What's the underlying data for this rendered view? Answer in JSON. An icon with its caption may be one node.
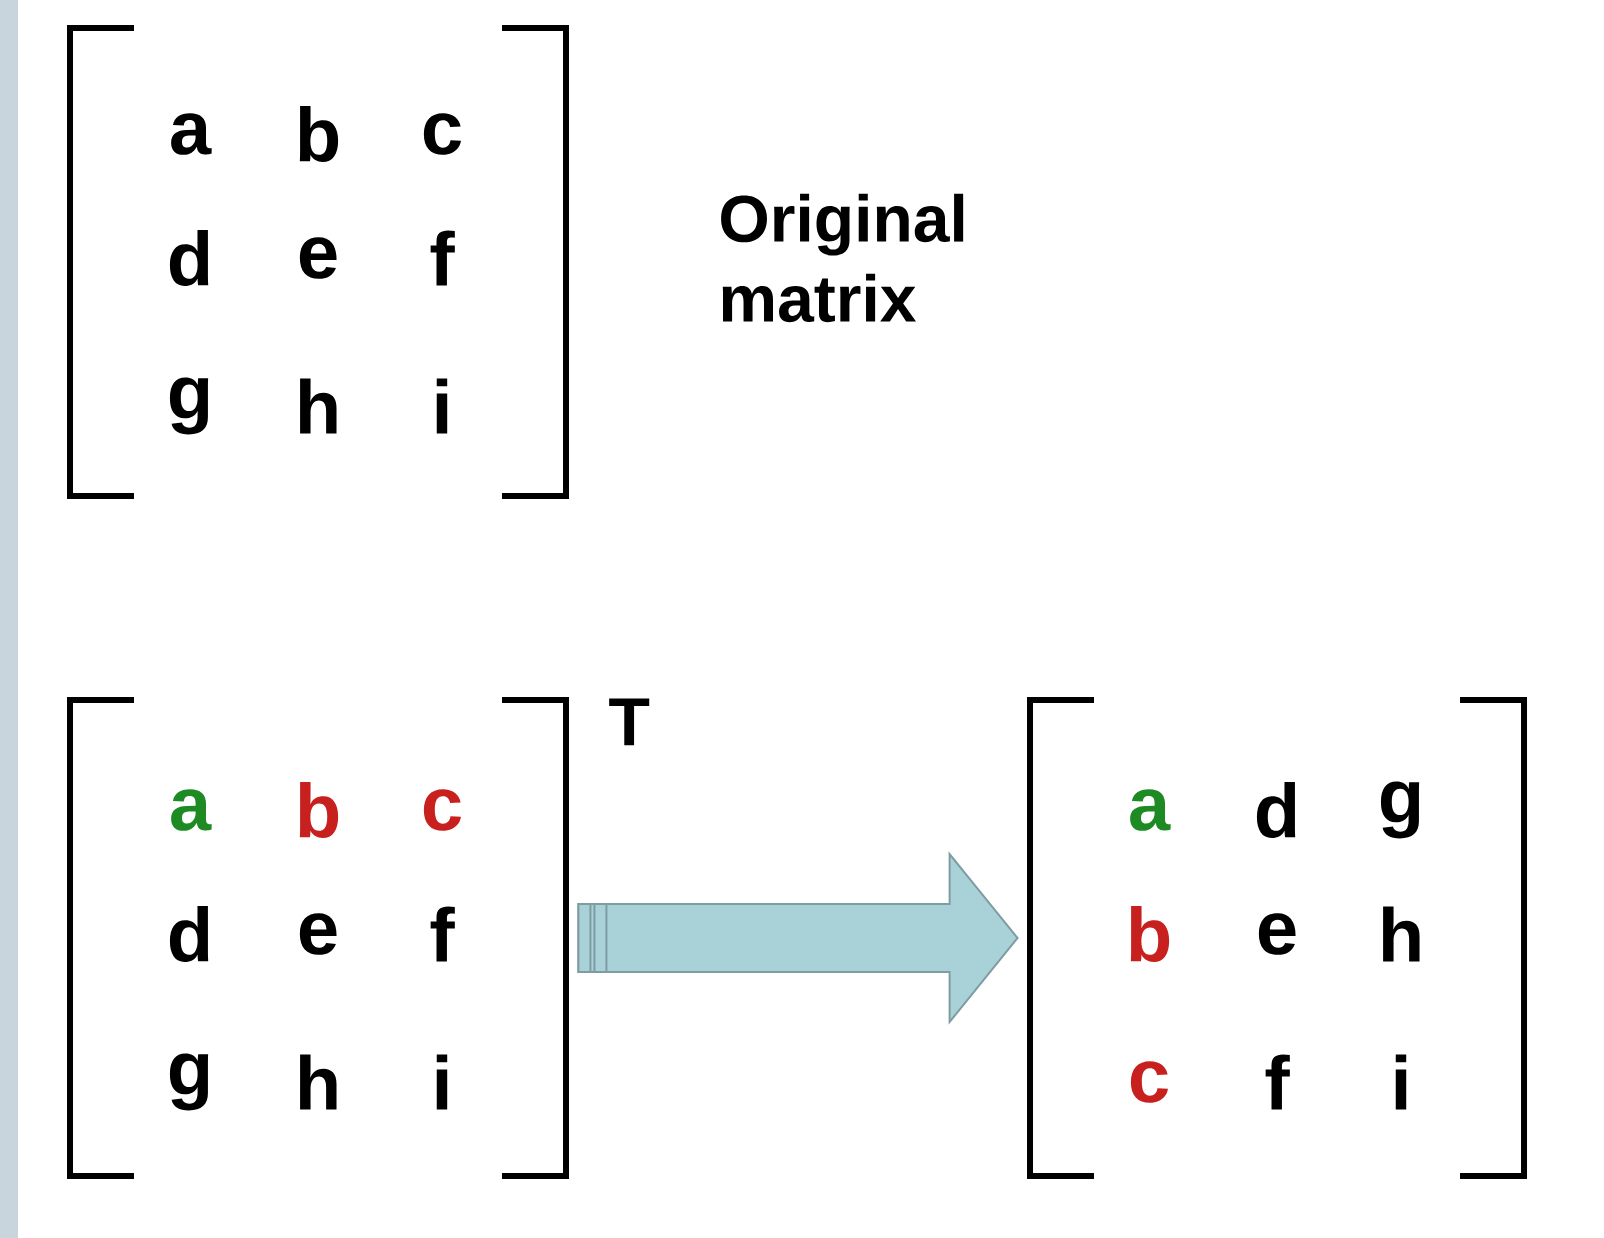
{
  "diagram": {
    "nodes": [
      {
        "text": [
          "a",
          "b",
          "c",
          "d",
          "e",
          "f",
          "g",
          "h",
          "i"
        ],
        "beside": [
          "Original matrix"
        ]
      },
      {
        "text": [
          "a",
          "b",
          "c",
          "d",
          "e",
          "f",
          "g",
          "h",
          "i"
        ],
        "beside": [
          "T"
        ]
      },
      {
        "text": [
          "a",
          "d",
          "g",
          "b",
          "e",
          "h",
          "c",
          "f",
          "i"
        ]
      }
    ],
    "edges": [
      {
        "from": 1,
        "to": 2,
        "arrow": "to"
      }
    ]
  }
}
